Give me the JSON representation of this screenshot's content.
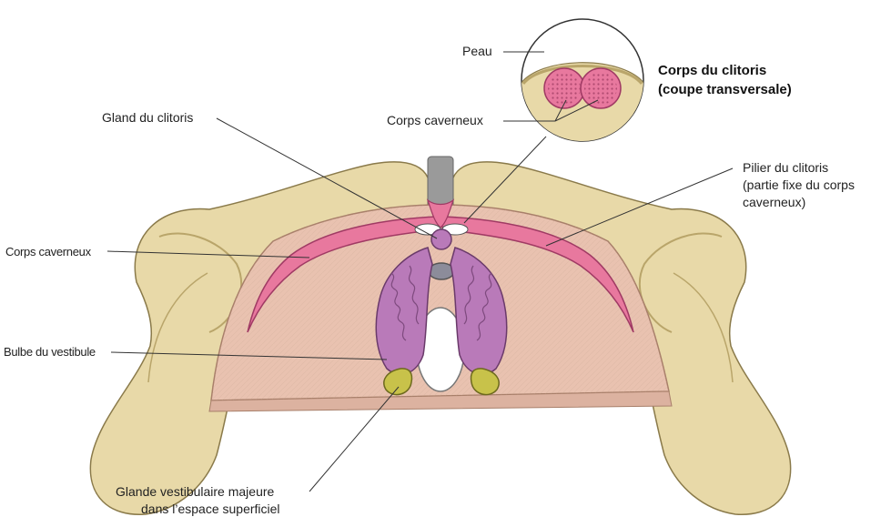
{
  "labels": {
    "peau": "Peau",
    "inset_title_line1": "Corps du clitoris",
    "inset_title_line2": "(coupe transversale)",
    "corps_caverneux_inset": "Corps caverneux",
    "gland": "Gland du clitoris",
    "pilier_line1": "Pilier du clitoris",
    "pilier_line2": "(partie fixe du corps",
    "pilier_line3": "caverneux)",
    "corps_caverneux_left": "Corps caverneux",
    "bulbe": "Bulbe du vestibule",
    "glande_line1": "Glande vestibulaire majeure",
    "glande_line2": "dans l’espace superficiel"
  },
  "colors": {
    "bone": "#e8d9a8",
    "bone_shadow": "#c9b77a",
    "membrane": "#e9c2b0",
    "corpus": "#e8789e",
    "bulb": "#b97ab9",
    "gland_yellow": "#c8c24a",
    "leader": "#333333"
  }
}
